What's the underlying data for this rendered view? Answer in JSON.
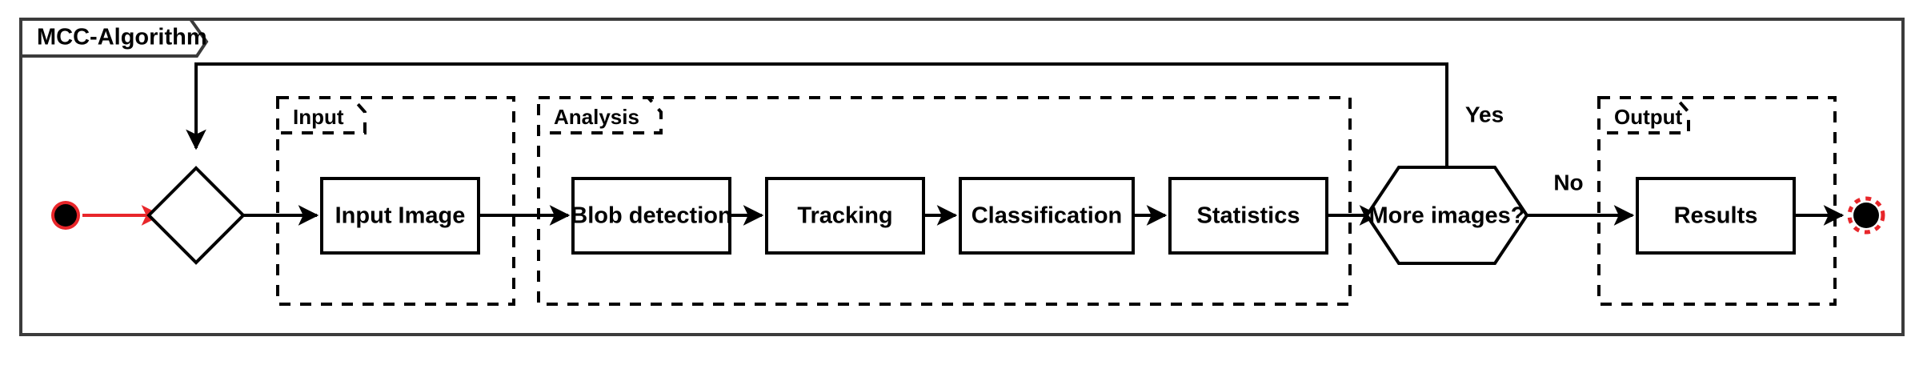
{
  "frame": {
    "title": "MCC-Algorithm",
    "border_color": "#3b3b3b"
  },
  "groups": [
    {
      "id": "input",
      "label": "Input"
    },
    {
      "id": "analysis",
      "label": "Analysis"
    },
    {
      "id": "output",
      "label": "Output"
    }
  ],
  "nodes": {
    "start": {
      "name": "start-node",
      "shape": "filled-circle",
      "fill": "#000000",
      "ring": "#e8262a"
    },
    "merge": {
      "name": "merge-decision",
      "shape": "diamond",
      "label": ""
    },
    "input_image": {
      "name": "input-image-step",
      "shape": "rect",
      "label": "Input Image"
    },
    "blob_detection": {
      "name": "blob-detection-step",
      "shape": "rect",
      "label": "Blob detection"
    },
    "tracking": {
      "name": "tracking-step",
      "shape": "rect",
      "label": "Tracking"
    },
    "classification": {
      "name": "classification-step",
      "shape": "rect",
      "label": "Classification"
    },
    "statistics": {
      "name": "statistics-step",
      "shape": "rect",
      "label": "Statistics"
    },
    "more_images": {
      "name": "more-images-decision",
      "shape": "hexagon",
      "label": "More images?"
    },
    "results": {
      "name": "results-step",
      "shape": "rect",
      "label": "Results"
    },
    "end": {
      "name": "end-node",
      "shape": "filled-circle",
      "fill": "#000000",
      "ring": "#e8262a"
    }
  },
  "edges": {
    "start_to_merge": {
      "label": "",
      "color": "#e8262a"
    },
    "merge_to_input": {
      "label": "",
      "color": "#000000"
    },
    "input_to_blob": {
      "label": "",
      "color": "#000000"
    },
    "blob_to_tracking": {
      "label": "",
      "color": "#000000"
    },
    "tracking_to_classification": {
      "label": "",
      "color": "#000000"
    },
    "classification_to_statistics": {
      "label": "",
      "color": "#000000"
    },
    "statistics_to_more": {
      "label": "",
      "color": "#000000"
    },
    "more_yes_loopback": {
      "label": "Yes",
      "color": "#000000"
    },
    "more_no_to_results": {
      "label": "No",
      "color": "#000000"
    },
    "results_to_end": {
      "label": "",
      "color": "#000000"
    }
  },
  "colors": {
    "accent_red": "#e8262a",
    "stroke_black": "#000000",
    "frame_gray": "#3b3b3b",
    "background": "#ffffff"
  }
}
